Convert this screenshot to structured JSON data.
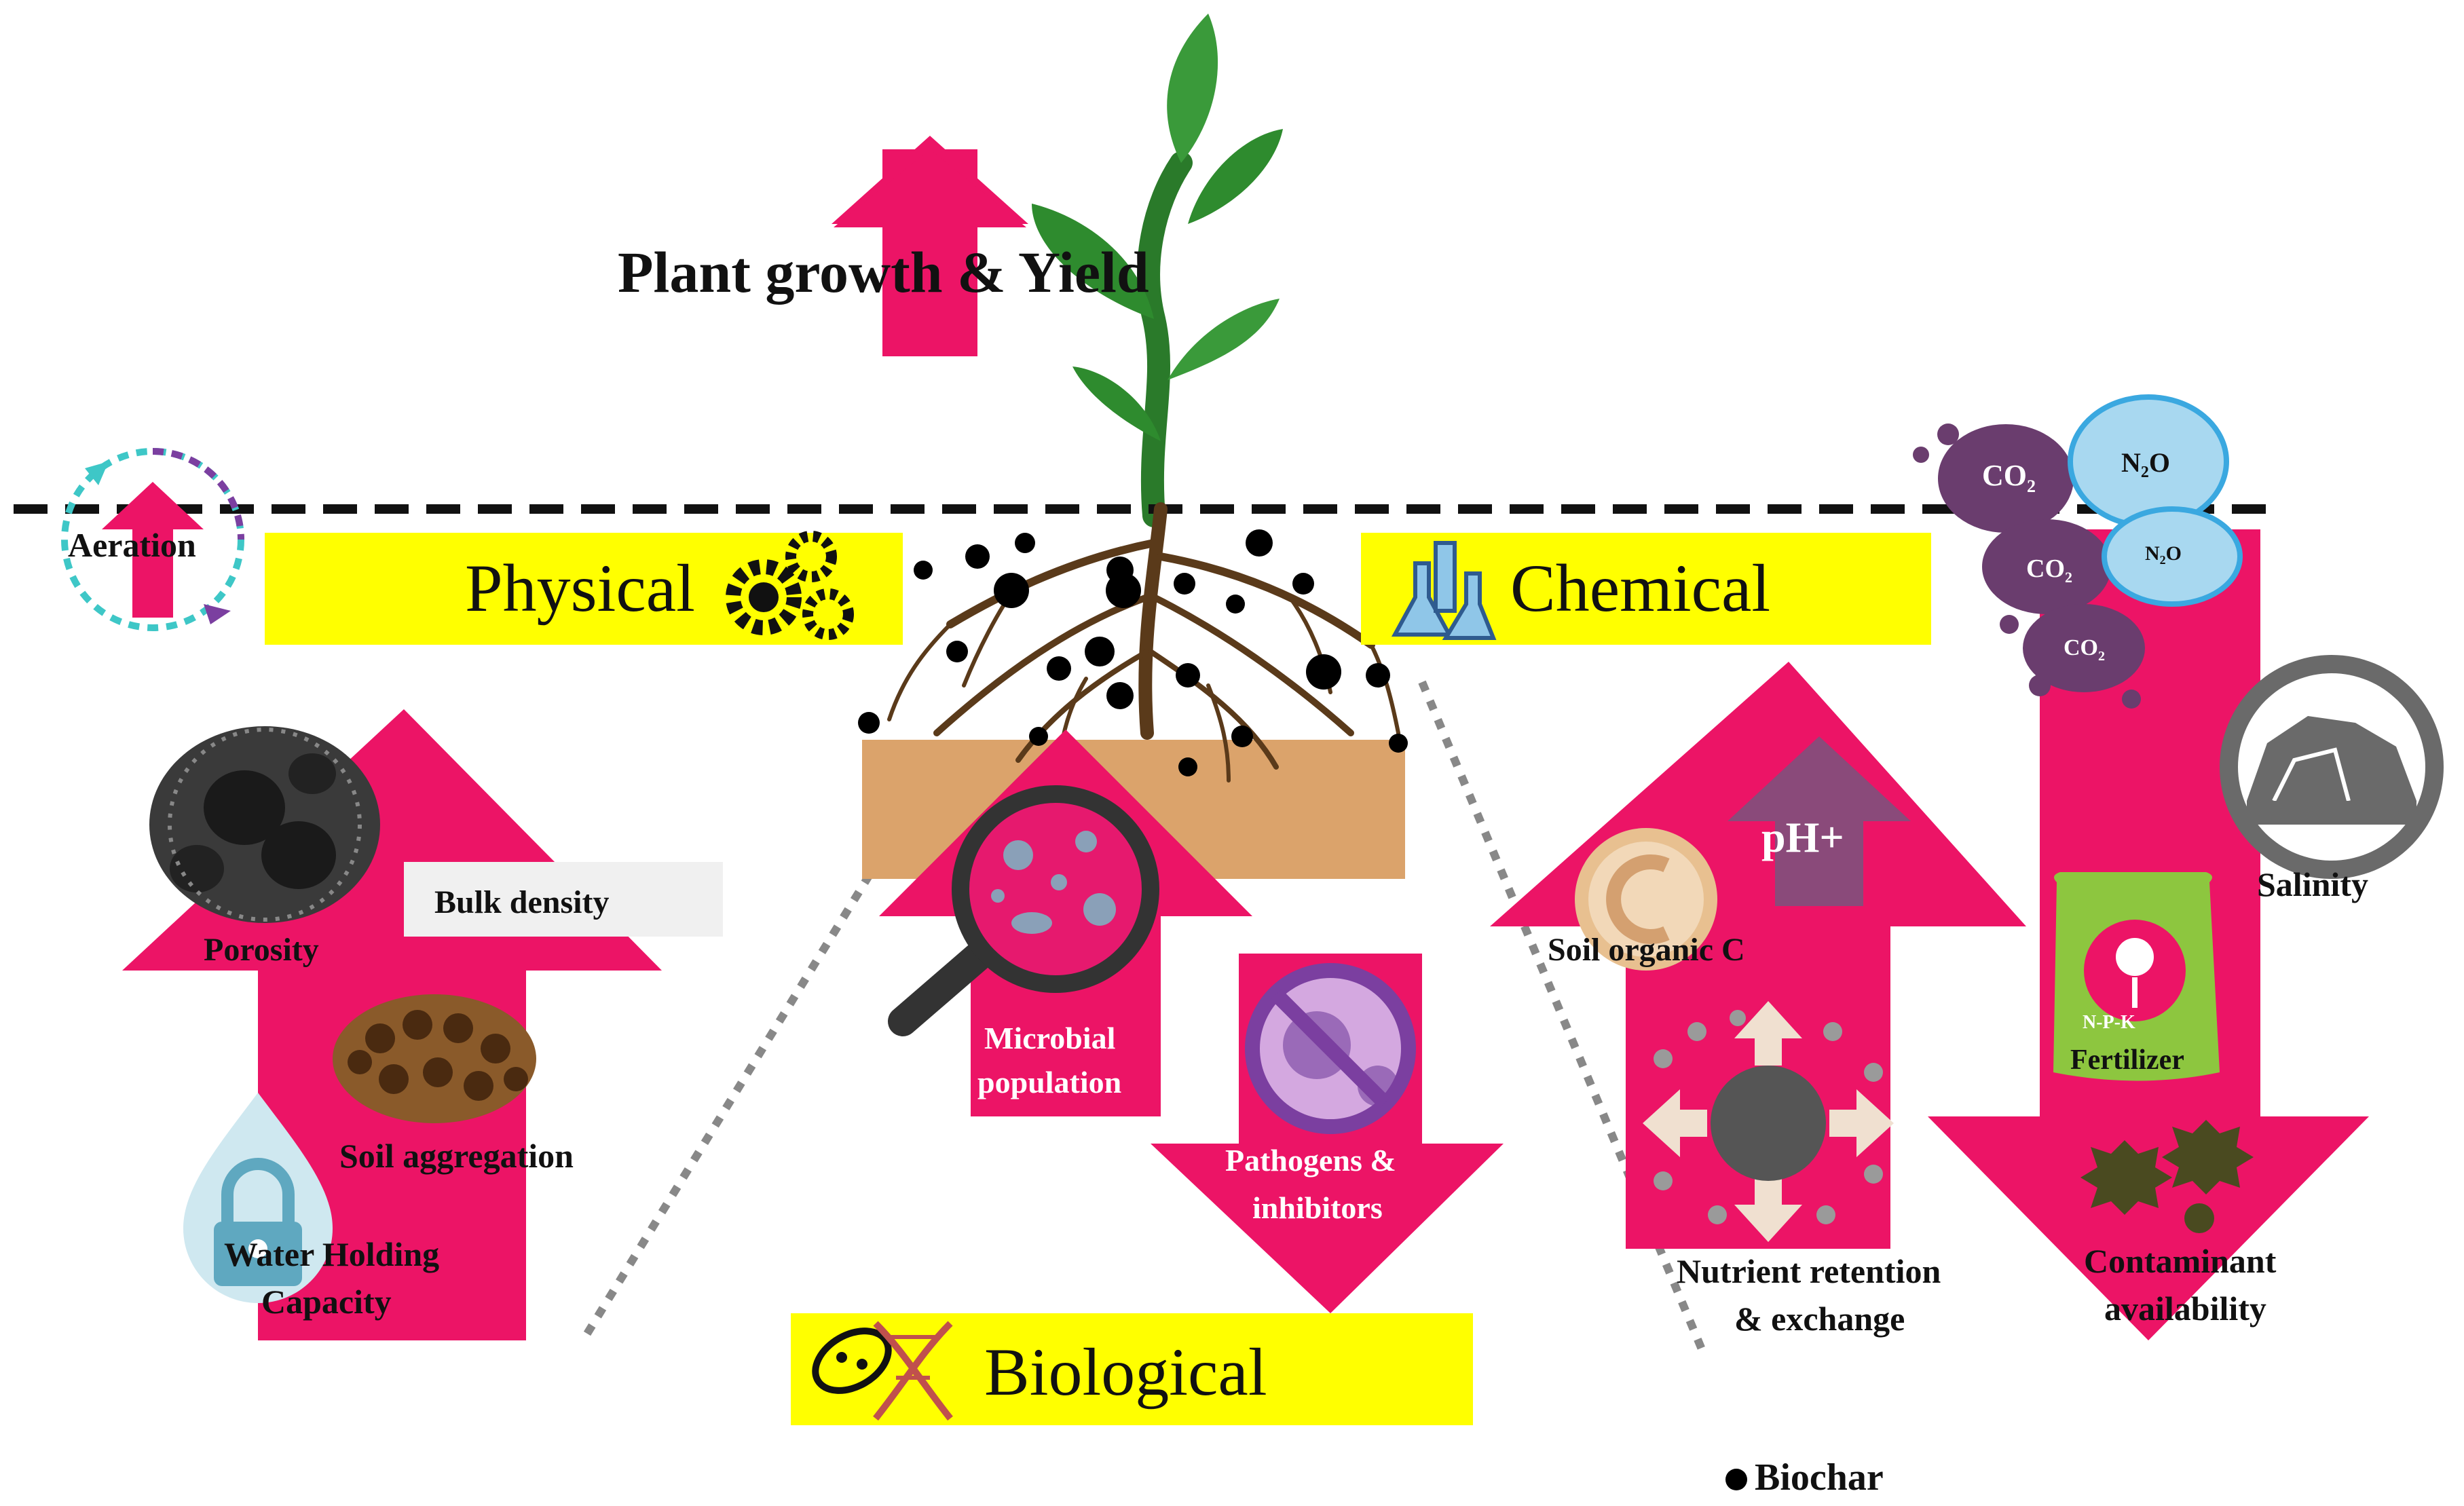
{
  "title": "Plant growth & Yield",
  "categories": {
    "physical": "Physical",
    "chemical": "Chemical",
    "biological": "Biological"
  },
  "physical_labels": {
    "aeration": "Aeration",
    "porosity": "Porosity",
    "bulk_density": "Bulk density",
    "soil_aggregation": "Soil aggregation",
    "water_holding_1": "Water Holding",
    "water_holding_2": "Capacity"
  },
  "biological_labels": {
    "microbial_1": "Microbial",
    "microbial_2": "population",
    "pathogens_1": "Pathogens &",
    "pathogens_2": "inhibitors"
  },
  "chemical_labels": {
    "ph": "pH+",
    "soil_organic_c": "Soil organic C",
    "nutrient_1": "Nutrient retention",
    "nutrient_2": "& exchange",
    "salinity": "Salinity",
    "fertilizer": "Fertilizer",
    "npk": "N-P-K",
    "contaminant_1": "Contaminant",
    "contaminant_2": "availability"
  },
  "gases": {
    "co2_a": "CO",
    "co2_b": "CO",
    "co2_c": "CO",
    "n2o_a": "N",
    "n2o_b": "N",
    "sub2": "2",
    "o": "O"
  },
  "legend": {
    "biochar": "Biochar"
  },
  "colors": {
    "arrow_pink": "#ec1466",
    "banner_yellow": "#ffff00",
    "soil": "#dba36b",
    "leaf_green": "#2e8b2e",
    "root_brown": "#5a3a1a",
    "co2_purple": "#6a3d6e",
    "n2o_blue": "#a8d8f0"
  }
}
